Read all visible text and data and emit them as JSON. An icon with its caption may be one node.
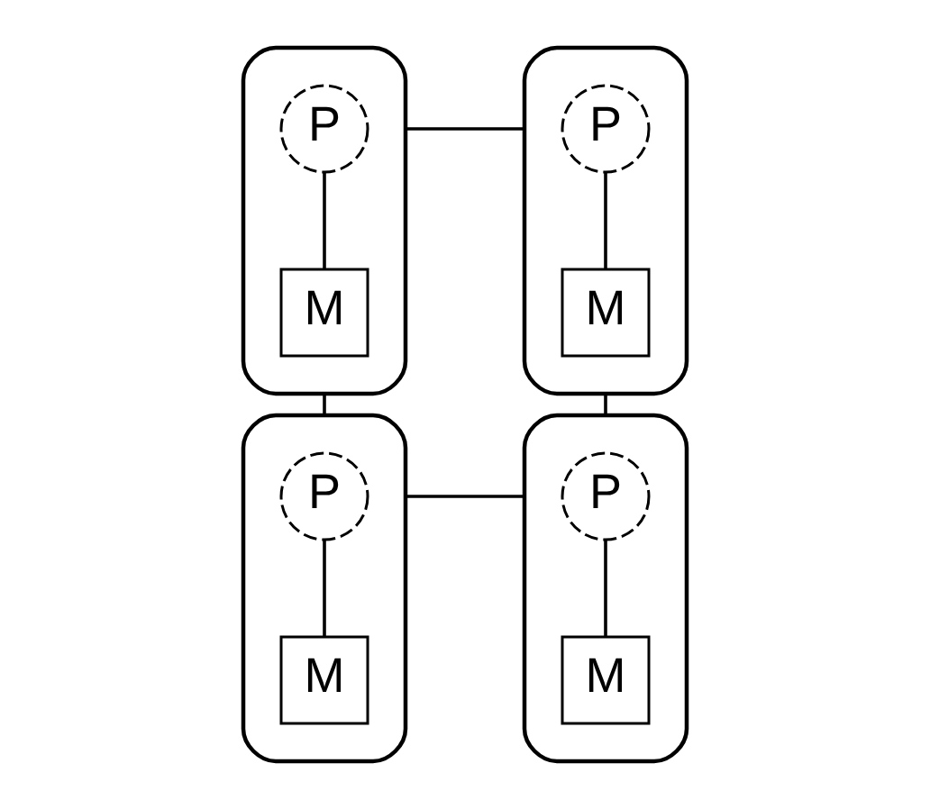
{
  "diagram": {
    "nodes": [
      {
        "text": [],
        "shape": "box"
      },
      {
        "text": [
          "P"
        ],
        "in": 0
      },
      {
        "text": [
          "M"
        ],
        "in": 0
      },
      {
        "text": [],
        "shape": "box"
      },
      {
        "text": [
          "P"
        ],
        "in": 3
      },
      {
        "text": [
          "M"
        ],
        "in": 3
      },
      {
        "text": [],
        "shape": "box"
      },
      {
        "text": [
          "P"
        ],
        "in": 6
      },
      {
        "text": [
          "M"
        ],
        "in": 6
      },
      {
        "text": [],
        "shape": "box"
      },
      {
        "text": [
          "P"
        ],
        "in": 9
      },
      {
        "text": [
          "M"
        ],
        "in": 9
      }
    ],
    "edges": [
      {
        "from": 1,
        "to": 2,
        "arrow": "none"
      },
      {
        "from": 4,
        "to": 5,
        "arrow": "none"
      },
      {
        "from": 7,
        "to": 8,
        "arrow": "none"
      },
      {
        "from": 10,
        "to": 11,
        "arrow": "none"
      },
      {
        "from": 0,
        "to": 3,
        "arrow": "none"
      },
      {
        "from": 0,
        "to": 6,
        "arrow": "none"
      },
      {
        "from": 3,
        "to": 9,
        "arrow": "none"
      },
      {
        "from": 6,
        "to": 9,
        "arrow": "none"
      }
    ]
  }
}
